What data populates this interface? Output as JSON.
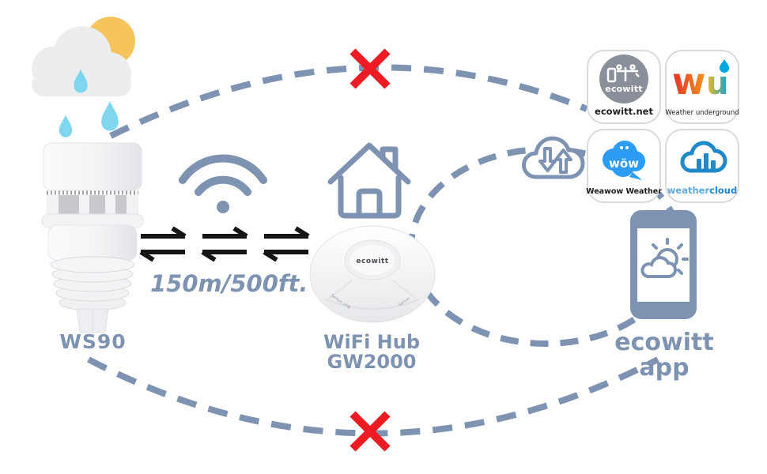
{
  "colors": {
    "accent_bluegray": "#7E92B2",
    "blocked_red": "#ED1C24",
    "sun_yellow": "#F6C45C",
    "rain_blue": "#7FD7EF",
    "arrow_black": "#151515",
    "wow_blue": "#2D9CF4",
    "weathercloud_blue": "#1F89C9",
    "ecowitt_gray": "#8A9099",
    "wu_red": "#E23125",
    "wu_orange": "#F7941D",
    "wu_yellow": "#FDB913",
    "wu_blue": "#00A7E0"
  },
  "sensor": {
    "label": "WS90"
  },
  "link": {
    "range": "150m/500ft."
  },
  "hub": {
    "label": "WiFi Hub GW2000",
    "device_text": "ecowitt",
    "port_left": "Sensor USB",
    "port_right": "Server"
  },
  "app": {
    "label": "ecowitt app"
  },
  "services": {
    "ecowitt": {
      "caption": "ecowitt.net",
      "logo_text": "ecowitt"
    },
    "wu": {
      "caption": "Weather underground",
      "logo_w": "w",
      "logo_u": "u"
    },
    "wow": {
      "caption": "Weawow Weather",
      "logo_text": "wöw"
    },
    "weathercloud": {
      "caption": "weathercloud",
      "logo_weather": "weather",
      "logo_cloud": "cloud"
    }
  }
}
